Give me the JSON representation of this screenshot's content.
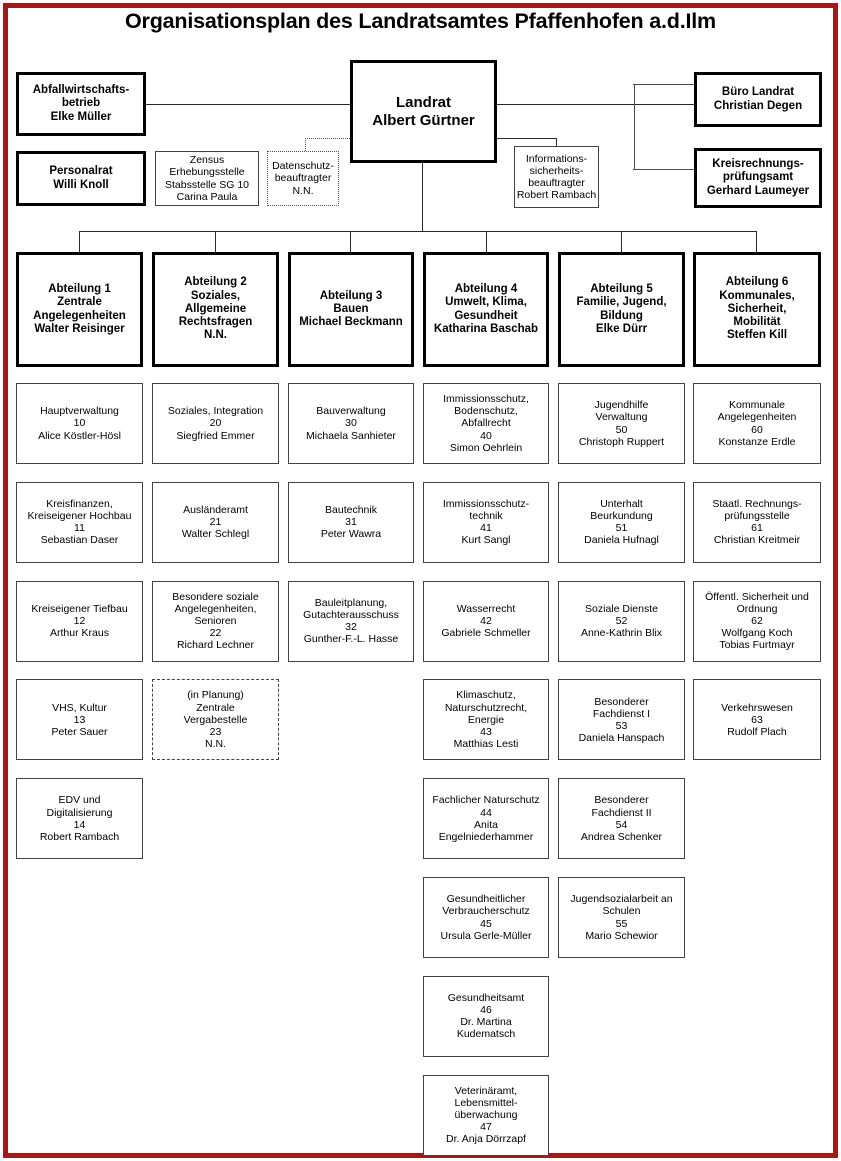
{
  "document": {
    "title": "Organisationsplan des Landratsamtes Pfaffenhofen a.d.Ilm",
    "frame_color": "#9d1b1b"
  },
  "head": {
    "landrat": {
      "line1": "Landrat",
      "line2": "Albert Gürtner"
    }
  },
  "left_units": [
    {
      "line1": "Abfallwirtschafts-",
      "line2": "betrieb",
      "line3": "Elke Müller"
    },
    {
      "line1": "Personalrat",
      "line2": "Willi Knoll"
    }
  ],
  "staff_units": [
    {
      "line1": "Zensus",
      "line2": "Erhebungsstelle",
      "line3": "Stabsstelle SG 10",
      "line4": "Carina Paula"
    },
    {
      "line1": "Datenschutz-",
      "line2": "beauftragter",
      "line3": "N.N."
    },
    {
      "line1": "Informations-",
      "line2": "sicherheits-",
      "line3": "beauftragter",
      "line4": "Robert Rambach"
    }
  ],
  "right_units": [
    {
      "line1": "Büro Landrat",
      "line2": "Christian Degen"
    },
    {
      "line1": "Kreisrechnungs-",
      "line2": "prüfungsamt",
      "line3": "Gerhard Laumeyer"
    }
  ],
  "departments": [
    {
      "header": {
        "l1": "Abteilung 1",
        "l2": "Zentrale",
        "l3": "Angelegenheiten",
        "l4": "Walter Reisinger"
      },
      "units": [
        {
          "name_lines": [
            "Hauptverwaltung"
          ],
          "number": "10",
          "person_lines": [
            "Alice Köstler-Hösl"
          ],
          "style": "thin"
        },
        {
          "name_lines": [
            "Kreisfinanzen,",
            "Kreiseigener Hochbau"
          ],
          "number": "11",
          "person_lines": [
            "Sebastian Daser"
          ],
          "style": "thin"
        },
        {
          "name_lines": [
            "Kreiseigener Tiefbau"
          ],
          "number": "12",
          "person_lines": [
            "Arthur Kraus"
          ],
          "style": "thin"
        },
        {
          "name_lines": [
            "VHS, Kultur"
          ],
          "number": "13",
          "person_lines": [
            "Peter Sauer"
          ],
          "style": "thin"
        },
        {
          "name_lines": [
            "EDV und",
            "Digitalisierung"
          ],
          "number": "14",
          "person_lines": [
            "Robert Rambach"
          ],
          "style": "thin"
        }
      ]
    },
    {
      "header": {
        "l1": "Abteilung 2",
        "l2": "Soziales,",
        "l3": "Allgemeine",
        "l4": "Rechtsfragen",
        "l5": "N.N."
      },
      "units": [
        {
          "name_lines": [
            "Soziales, Integration"
          ],
          "number": "20",
          "person_lines": [
            "Siegfried Emmer"
          ],
          "style": "thin"
        },
        {
          "name_lines": [
            "Ausländeramt"
          ],
          "number": "21",
          "person_lines": [
            "Walter Schlegl"
          ],
          "style": "thin"
        },
        {
          "name_lines": [
            "Besondere soziale",
            "Angelegenheiten,",
            "Senioren"
          ],
          "number": "22",
          "person_lines": [
            "Richard Lechner"
          ],
          "style": "thin"
        },
        {
          "name_lines": [
            "(in Planung)",
            "Zentrale",
            "Vergabestelle"
          ],
          "number": "23",
          "person_lines": [
            "N.N."
          ],
          "style": "dashed"
        }
      ]
    },
    {
      "header": {
        "l1": "Abteilung 3",
        "l2": "Bauen",
        "l3": "Michael Beckmann"
      },
      "units": [
        {
          "name_lines": [
            "Bauverwaltung"
          ],
          "number": "30",
          "person_lines": [
            "Michaela Sanhieter"
          ],
          "style": "thin"
        },
        {
          "name_lines": [
            "Bautechnik"
          ],
          "number": "31",
          "person_lines": [
            "Peter Wawra"
          ],
          "style": "thin"
        },
        {
          "name_lines": [
            "Bauleitplanung,",
            "Gutachterausschuss"
          ],
          "number": "32",
          "person_lines": [
            "Gunther-F.-L. Hasse"
          ],
          "style": "thin"
        }
      ]
    },
    {
      "header": {
        "l1": "Abteilung 4",
        "l2": "Umwelt, Klima,",
        "l3": "Gesundheit",
        "l4": "Katharina Baschab"
      },
      "units": [
        {
          "name_lines": [
            "Immissionsschutz,",
            "Bodenschutz,",
            "Abfallrecht"
          ],
          "number": "40",
          "person_lines": [
            "Simon Oehrlein"
          ],
          "style": "thin"
        },
        {
          "name_lines": [
            "Immissionsschutz-",
            "technik"
          ],
          "number": "41",
          "person_lines": [
            "Kurt Sangl"
          ],
          "style": "thin"
        },
        {
          "name_lines": [
            "Wasserrecht"
          ],
          "number": "42",
          "person_lines": [
            "Gabriele Schmeller"
          ],
          "style": "thin"
        },
        {
          "name_lines": [
            "Klimaschutz,",
            "Naturschutzrecht,",
            "Energie"
          ],
          "number": "43",
          "person_lines": [
            "Matthias Lesti"
          ],
          "style": "thin"
        },
        {
          "name_lines": [
            "Fachlicher Naturschutz"
          ],
          "number": "44",
          "person_lines": [
            "Anita",
            "Engelniederhammer"
          ],
          "style": "thin"
        },
        {
          "name_lines": [
            "Gesundheitlicher",
            "Verbraucherschutz"
          ],
          "number": "45",
          "person_lines": [
            "Ursula Gerle-Müller"
          ],
          "style": "thin"
        },
        {
          "name_lines": [
            "Gesundheitsamt"
          ],
          "number": "46",
          "person_lines": [
            "Dr. Martina",
            "Kudematsch"
          ],
          "style": "thin"
        },
        {
          "name_lines": [
            "Veterinäramt,",
            "Lebensmittel-",
            "überwachung"
          ],
          "number": "47",
          "person_lines": [
            "Dr. Anja Dörrzapf"
          ],
          "style": "thin"
        }
      ]
    },
    {
      "header": {
        "l1": "Abteilung 5",
        "l2": "Familie, Jugend,",
        "l3": "Bildung",
        "l4": "Elke Dürr"
      },
      "units": [
        {
          "name_lines": [
            "Jugendhilfe",
            "Verwaltung"
          ],
          "number": "50",
          "person_lines": [
            "Christoph Ruppert"
          ],
          "style": "thin"
        },
        {
          "name_lines": [
            "Unterhalt",
            "Beurkundung"
          ],
          "number": "51",
          "person_lines": [
            "Daniela Hufnagl"
          ],
          "style": "thin"
        },
        {
          "name_lines": [
            "Soziale Dienste"
          ],
          "number": "52",
          "person_lines": [
            "Anne-Kathrin Blix"
          ],
          "style": "thin"
        },
        {
          "name_lines": [
            "Besonderer",
            "Fachdienst I"
          ],
          "number": "53",
          "person_lines": [
            "Daniela Hanspach"
          ],
          "style": "thin"
        },
        {
          "name_lines": [
            "Besonderer",
            "Fachdienst II"
          ],
          "number": "54",
          "person_lines": [
            "Andrea Schenker"
          ],
          "style": "thin"
        },
        {
          "name_lines": [
            "Jugendsozialarbeit an",
            "Schulen"
          ],
          "number": "55",
          "person_lines": [
            "Mario Schewior"
          ],
          "style": "thin"
        }
      ]
    },
    {
      "header": {
        "l1": "Abteilung 6",
        "l2": "Kommunales,",
        "l3": "Sicherheit,",
        "l4": "Mobilität",
        "l5": "Steffen Kill"
      },
      "units": [
        {
          "name_lines": [
            "Kommunale",
            "Angelegenheiten"
          ],
          "number": "60",
          "person_lines": [
            "Konstanze Erdle"
          ],
          "style": "thin"
        },
        {
          "name_lines": [
            "Staatl. Rechnungs-",
            "prüfungsstelle"
          ],
          "number": "61",
          "person_lines": [
            "Christian Kreitmeir"
          ],
          "style": "thin"
        },
        {
          "name_lines": [
            "Öffentl. Sicherheit und",
            "Ordnung"
          ],
          "number": "62",
          "person_lines": [
            "Wolfgang Koch",
            "Tobias Furtmayr"
          ],
          "style": "thin"
        },
        {
          "name_lines": [
            "Verkehrswesen"
          ],
          "number": "63",
          "person_lines": [
            "Rudolf Plach"
          ],
          "style": "thin"
        }
      ]
    }
  ]
}
